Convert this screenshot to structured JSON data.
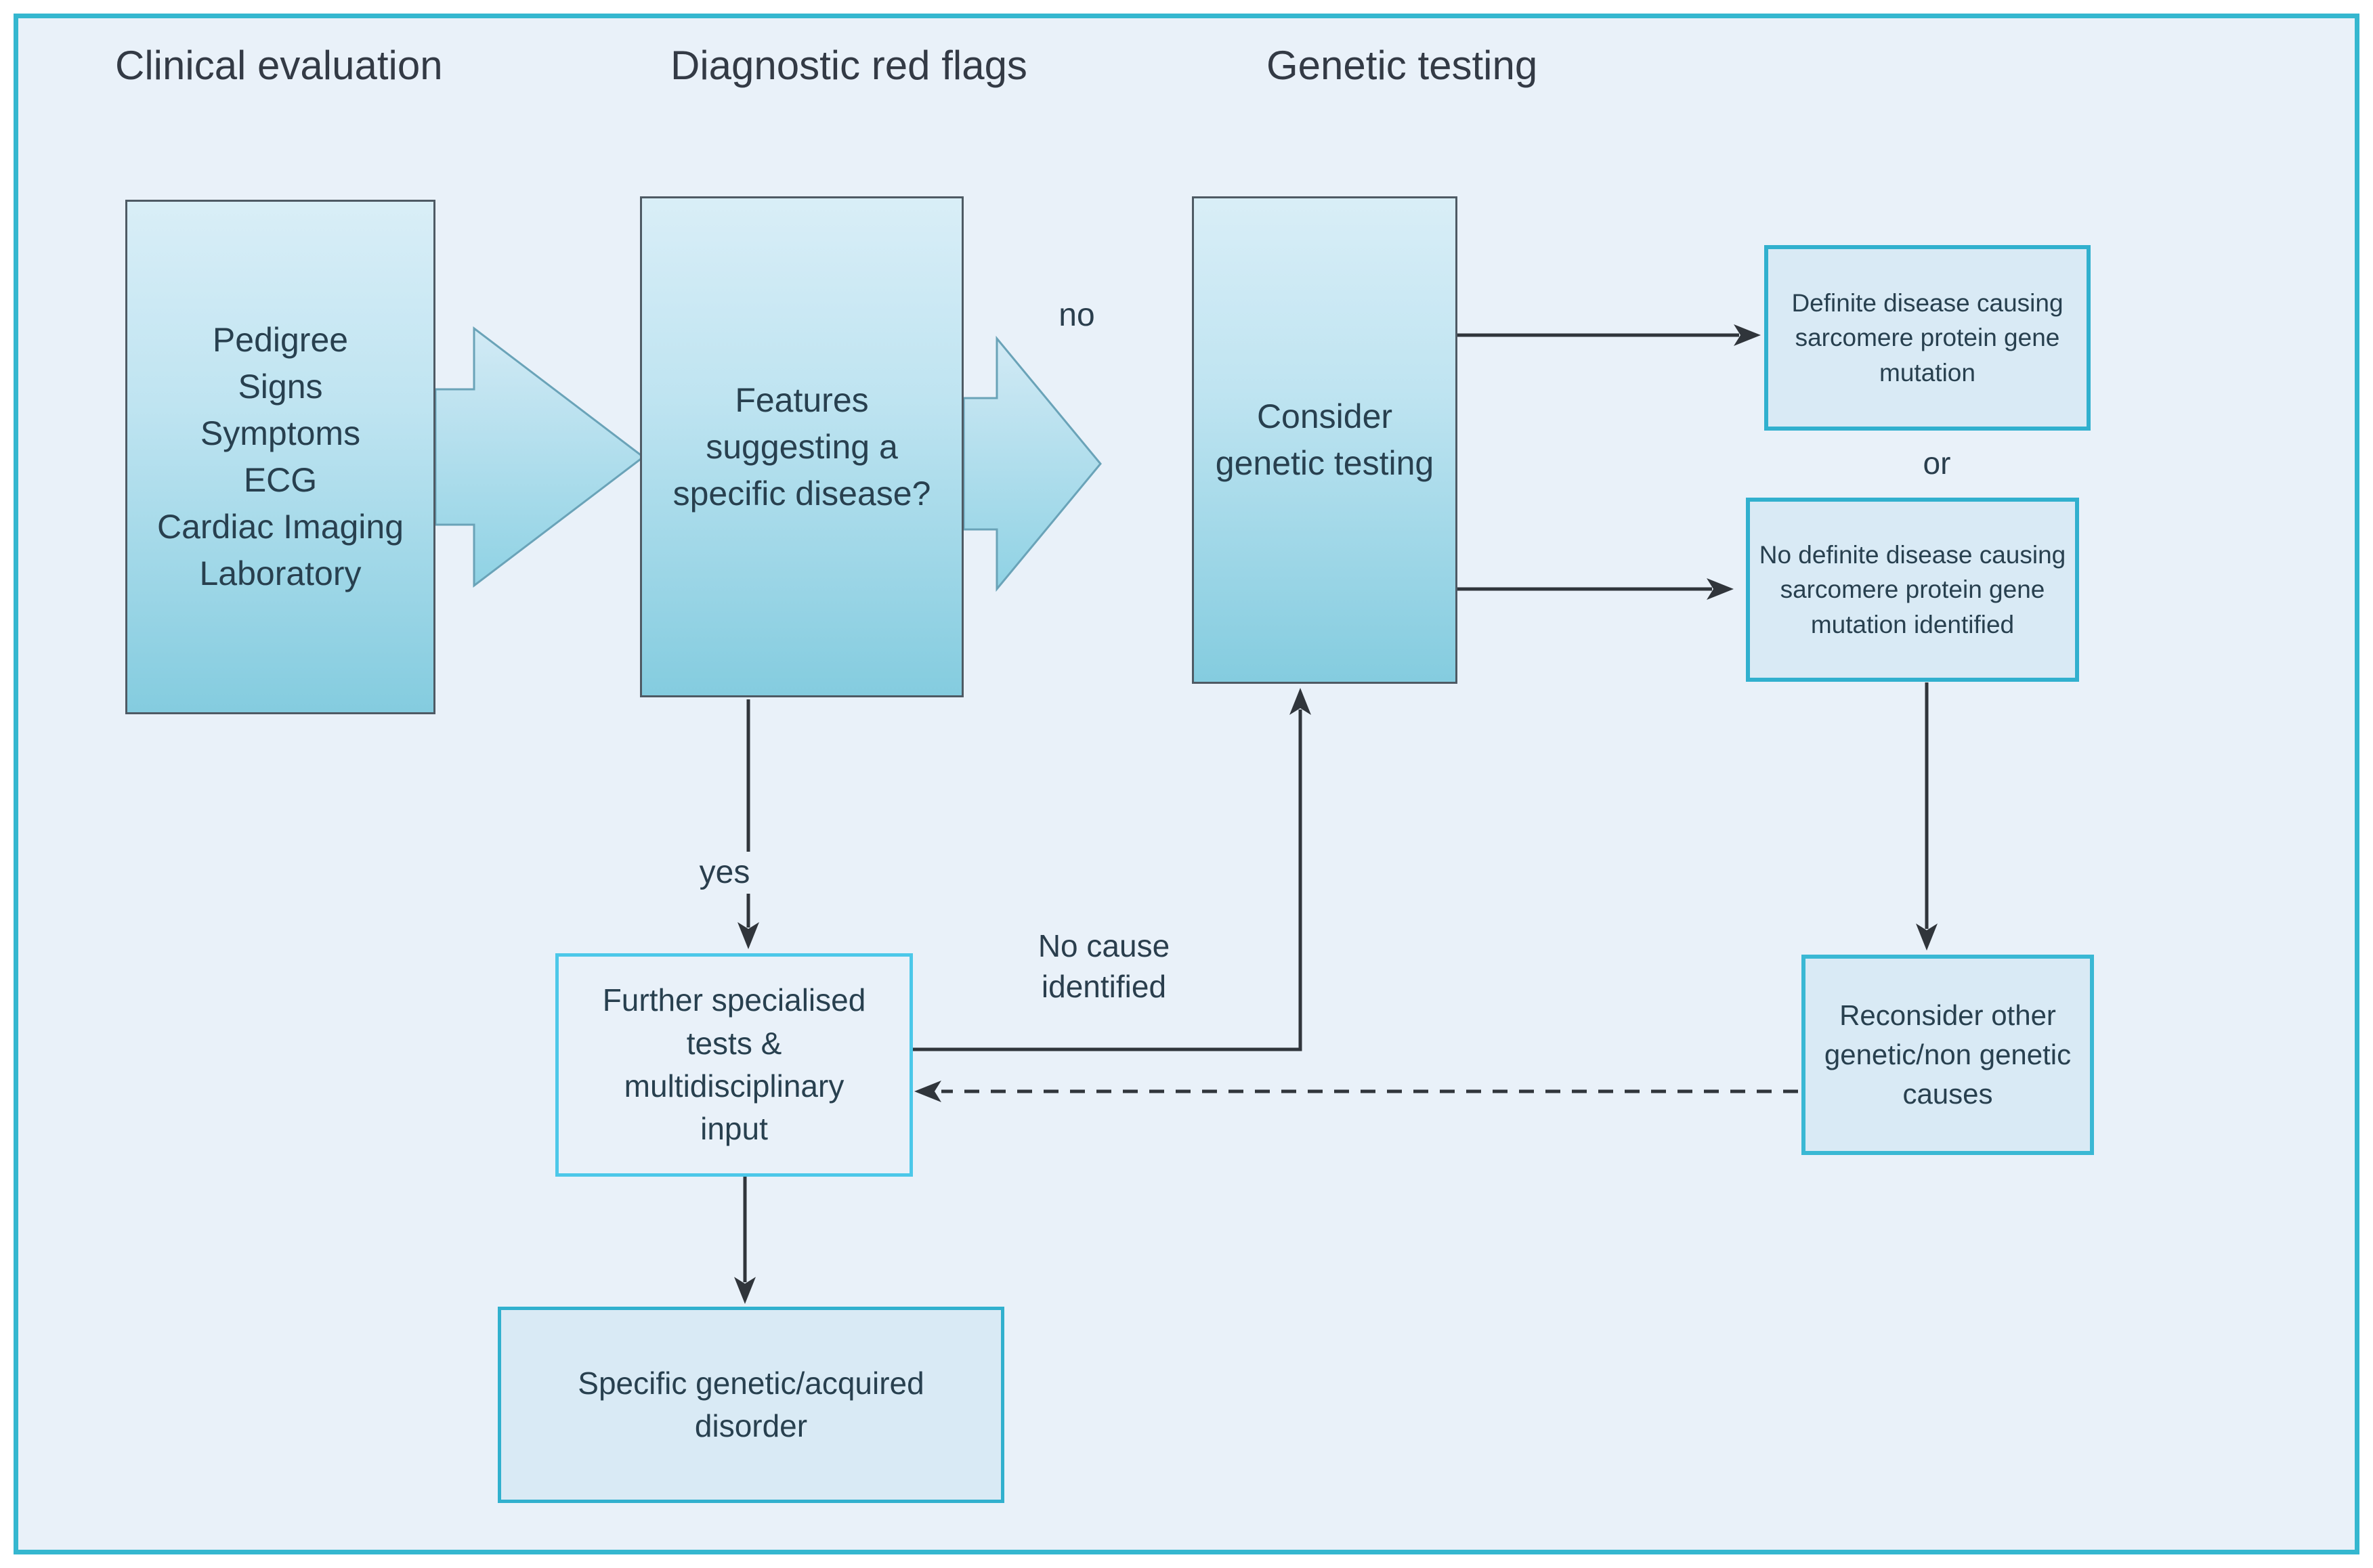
{
  "figure": {
    "headers": [
      {
        "label": "Clinical evaluation"
      },
      {
        "label": "Diagnostic red flags"
      },
      {
        "label": "Genetic testing"
      }
    ],
    "boxes": {
      "clinical": {
        "text": "Pedigree\nSigns\nSymptoms\nECG\nCardiac Imaging\nLaboratory"
      },
      "features": {
        "text": "Features\nsuggesting a\nspecific disease?"
      },
      "consider": {
        "text": "Consider\ngenetic testing"
      },
      "definite": {
        "text": "Definite disease causing\nsarcomere protein gene\nmutation"
      },
      "no_definite": {
        "text": "No definite disease causing\nsarcomere protein gene\nmutation identified"
      },
      "further": {
        "text": "Further specialised\ntests &\nmultidisciplinary\ninput"
      },
      "reconsider": {
        "text": "Reconsider other\ngenetic/non genetic\ncauses"
      },
      "specific": {
        "text": "Specific genetic/acquired\ndisorder"
      }
    },
    "labels": {
      "no": "no",
      "yes": "yes",
      "or": "or",
      "no_cause": "No cause\nidentified"
    },
    "colors": {
      "frame_border": "#35b7cf",
      "background": "#e9f1f9",
      "gradient_box_top": "#d9eef7",
      "gradient_box_bottom": "#84ccdf",
      "gradient_box_border": "#4e5a64",
      "outlined_box_fill": "#d9eaf5",
      "outlined_box_border": "#31b0ce",
      "further_box_border": "#4cc8e9",
      "block_arrow_stroke": "#6aa3b8",
      "connector": "#30353b",
      "text": "#28404f"
    }
  }
}
